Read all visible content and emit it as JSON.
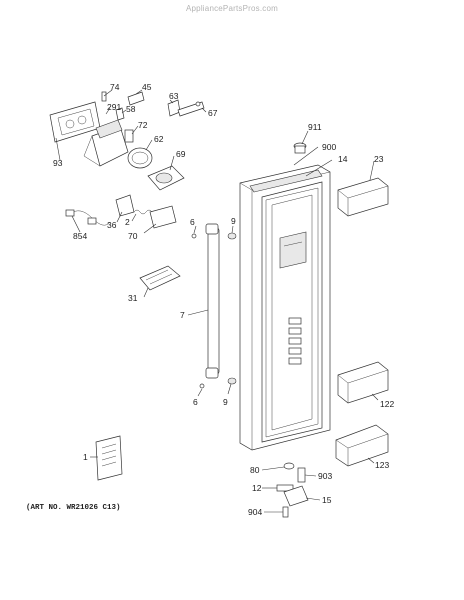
{
  "watermark": "AppliancePartsPros.com",
  "art_number": "(ART NO. WR21026 C13)",
  "callouts": [
    {
      "id": "c-74",
      "label": "74"
    },
    {
      "id": "c-45",
      "label": "45"
    },
    {
      "id": "c-291",
      "label": "291"
    },
    {
      "id": "c-58",
      "label": "58"
    },
    {
      "id": "c-63",
      "label": "63"
    },
    {
      "id": "c-67",
      "label": "67"
    },
    {
      "id": "c-72",
      "label": "72"
    },
    {
      "id": "c-62",
      "label": "62"
    },
    {
      "id": "c-93",
      "label": "93"
    },
    {
      "id": "c-69",
      "label": "69"
    },
    {
      "id": "c-911",
      "label": "911"
    },
    {
      "id": "c-900",
      "label": "900"
    },
    {
      "id": "c-14",
      "label": "14"
    },
    {
      "id": "c-23",
      "label": "23"
    },
    {
      "id": "c-36",
      "label": "36"
    },
    {
      "id": "c-2",
      "label": "2"
    },
    {
      "id": "c-854",
      "label": "854"
    },
    {
      "id": "c-70",
      "label": "70"
    },
    {
      "id": "c-6a",
      "label": "6"
    },
    {
      "id": "c-9a",
      "label": "9"
    },
    {
      "id": "c-31",
      "label": "31"
    },
    {
      "id": "c-7",
      "label": "7"
    },
    {
      "id": "c-6b",
      "label": "6"
    },
    {
      "id": "c-9b",
      "label": "9"
    },
    {
      "id": "c-122",
      "label": "122"
    },
    {
      "id": "c-1",
      "label": "1"
    },
    {
      "id": "c-123",
      "label": "123"
    },
    {
      "id": "c-80",
      "label": "80"
    },
    {
      "id": "c-903",
      "label": "903"
    },
    {
      "id": "c-12",
      "label": "12"
    },
    {
      "id": "c-15",
      "label": "15"
    },
    {
      "id": "c-904",
      "label": "904"
    }
  ]
}
